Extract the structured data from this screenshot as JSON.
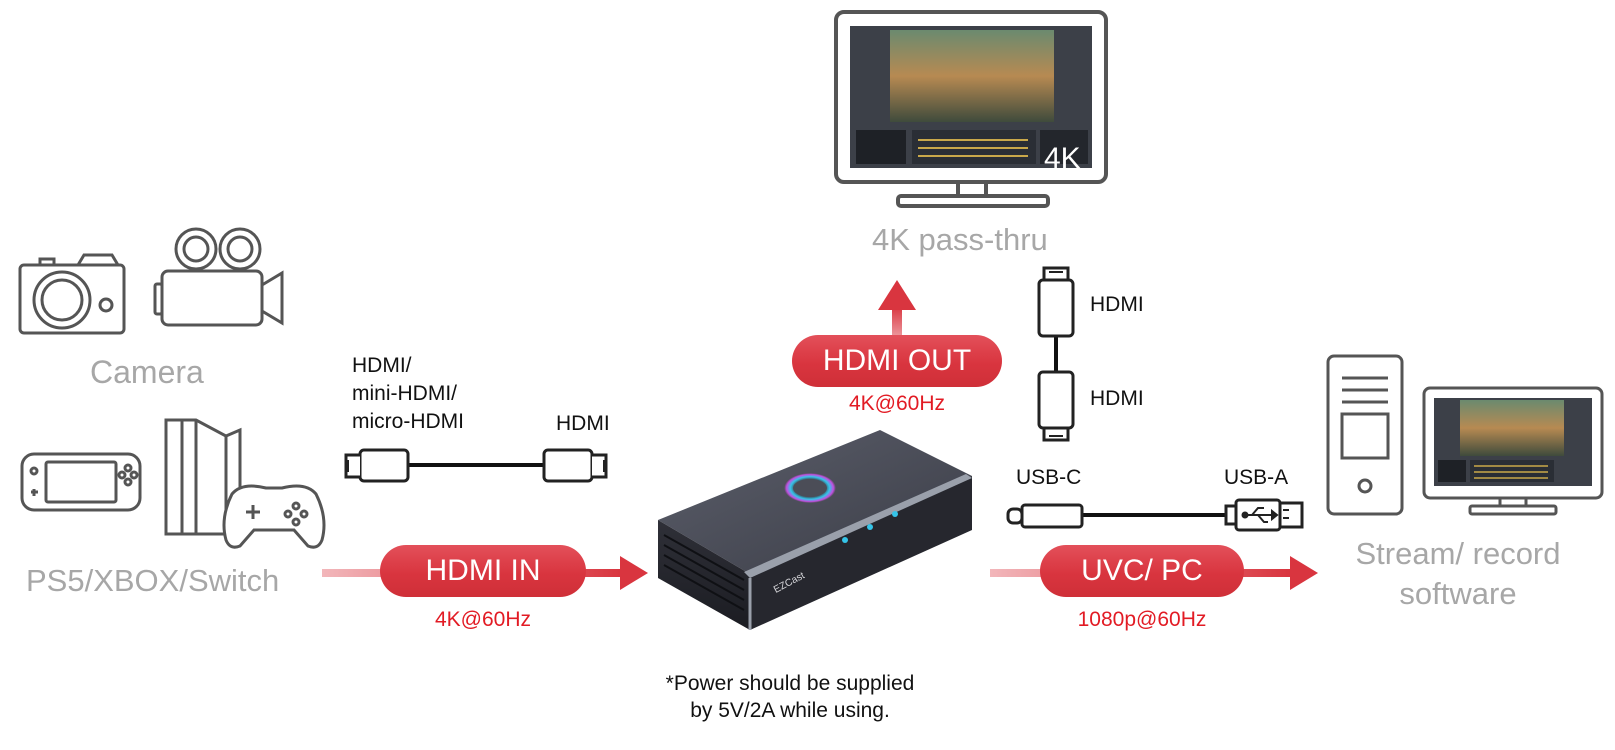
{
  "sources": {
    "camera_label": "Camera",
    "console_label": "PS5/XBOX/Switch"
  },
  "cables": {
    "input_source_end": "HDMI/\nmini-HDMI/\nmicro-HDMI",
    "input_device_end": "HDMI",
    "pass_top": "HDMI",
    "pass_bottom": "HDMI",
    "usb_device_end": "USB-C",
    "usb_pc_end": "USB-A"
  },
  "ports": {
    "hdmi_in": {
      "label": "HDMI IN",
      "spec": "4K@60Hz"
    },
    "hdmi_out": {
      "label": "HDMI OUT",
      "spec": "4K@60Hz"
    },
    "uvc_pc": {
      "label": "UVC/ PC",
      "spec": "1080p@60Hz"
    }
  },
  "outputs": {
    "monitor_badge": "4K",
    "monitor_label": "4K pass-thru",
    "pc_label": "Stream/ record\nsoftware"
  },
  "device": {
    "brand": "EZCast"
  },
  "note": "*Power should be supplied\nby 5V/2A while using.",
  "colors": {
    "accent": "#e21b24",
    "pill": "#d9353f",
    "label_gray": "#a7a7a7",
    "icon_stroke": "#555555"
  }
}
